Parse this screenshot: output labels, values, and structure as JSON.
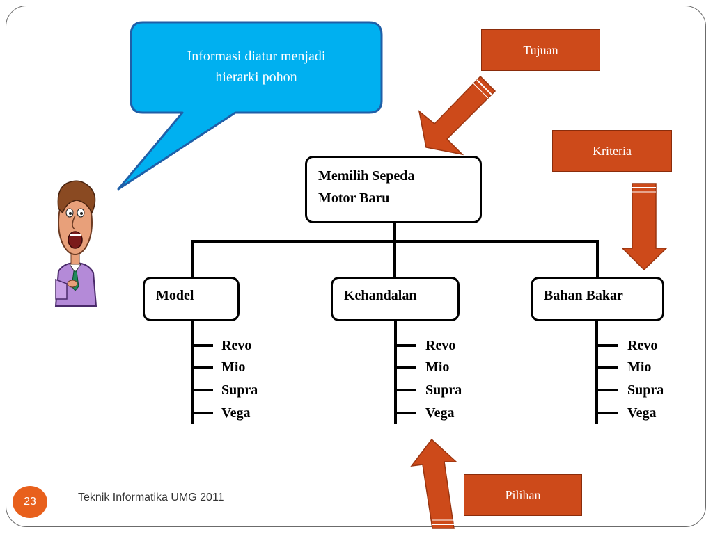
{
  "callout": {
    "text_line1": "Informasi diatur menjadi",
    "text_line2": "hierarki pohon"
  },
  "labels": {
    "goal": "Tujuan",
    "criteria": "Kriteria",
    "options": "Pilihan"
  },
  "hierarchy": {
    "root_line1": "Memilih Sepeda",
    "root_line2": "Motor Baru",
    "criteria": [
      {
        "name": "Model",
        "options": [
          "Revo",
          "Mio",
          "Supra",
          "Vega"
        ]
      },
      {
        "name": "Kehandalan",
        "options": [
          "Revo",
          "Mio",
          "Supra",
          "Vega"
        ]
      },
      {
        "name": "Bahan Bakar",
        "options": [
          "Revo",
          "Mio",
          "Supra",
          "Vega"
        ]
      }
    ]
  },
  "footer": {
    "page_number": "23",
    "text": "Teknik Informatika UMG 2011"
  },
  "colors": {
    "callout": "#00b0f0",
    "arrow": "#cd4a1a",
    "badge": "#e8601c"
  }
}
